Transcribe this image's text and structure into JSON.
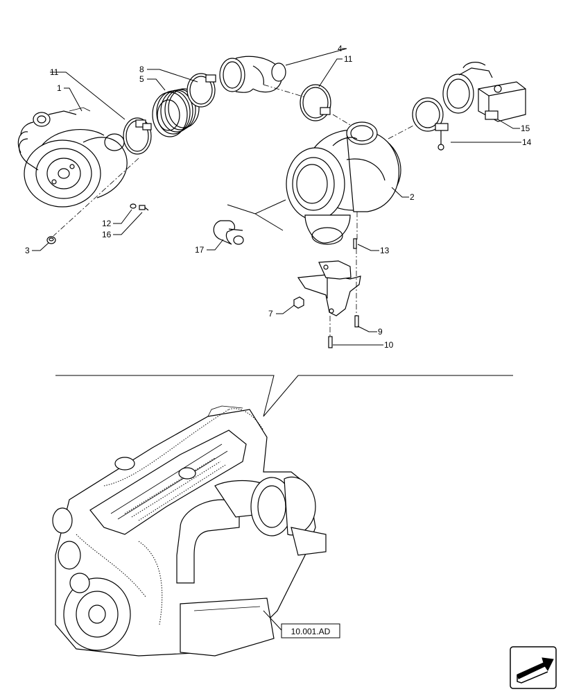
{
  "callouts": {
    "c1": "1",
    "c2": "2",
    "c3": "3",
    "c4": "4",
    "c5": "5",
    "c7": "7",
    "c8": "8",
    "c9": "9",
    "c10": "10",
    "c11a": "11",
    "c11b": "11",
    "c12": "12",
    "c13": "13",
    "c14": "14",
    "c15": "15",
    "c16": "16",
    "c17": "17"
  },
  "reference": {
    "label": "10.001.AD"
  },
  "nav": {
    "icon": "arrow-return-icon"
  }
}
